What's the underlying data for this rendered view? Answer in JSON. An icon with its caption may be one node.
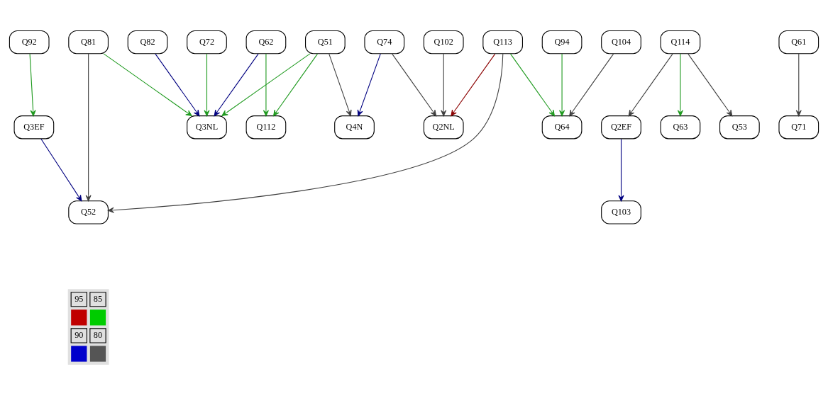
{
  "diagram": {
    "nodes": [
      {
        "text": [
          "Q92"
        ]
      },
      {
        "text": [
          "Q114"
        ]
      },
      {
        "text": [
          "Q61"
        ]
      },
      {
        "text": [
          "Q62"
        ]
      },
      {
        "text": [
          "Q82"
        ]
      },
      {
        "text": [
          "Q72"
        ]
      },
      {
        "text": [
          "Q51"
        ]
      },
      {
        "text": [
          "Q81"
        ]
      },
      {
        "text": [
          "Q3EF"
        ]
      },
      {
        "text": [
          "Q74"
        ]
      },
      {
        "text": [
          "Q113"
        ]
      },
      {
        "text": [
          "Q102"
        ]
      },
      {
        "text": [
          "Q104"
        ]
      },
      {
        "text": [
          "Q94"
        ]
      },
      {
        "text": [
          "Q2EF"
        ]
      },
      {
        "text": [
          "Q63"
        ]
      },
      {
        "text": [
          "Q53"
        ]
      },
      {
        "text": [
          "Q71"
        ]
      },
      {
        "text": [
          "Q112"
        ]
      },
      {
        "text": [
          "Q3NL"
        ]
      },
      {
        "text": [
          "Q4N"
        ]
      },
      {
        "text": [
          "Q52"
        ]
      },
      {
        "text": [
          "Q2NL"
        ]
      },
      {
        "text": [
          "Q64"
        ]
      },
      {
        "text": [
          "Q103"
        ]
      }
    ],
    "edges": [
      {
        "from": 0,
        "to": 8,
        "arrow": "to",
        "color": "#1f9a1f"
      },
      {
        "from": 1,
        "to": 14,
        "arrow": "to",
        "color": "#404040"
      },
      {
        "from": 1,
        "to": 15,
        "arrow": "to",
        "color": "#1f9a1f"
      },
      {
        "from": 1,
        "to": 16,
        "arrow": "to",
        "color": "#404040"
      },
      {
        "from": 2,
        "to": 17,
        "arrow": "to",
        "color": "#404040"
      },
      {
        "from": 3,
        "to": 18,
        "arrow": "to",
        "color": "#1f9a1f"
      },
      {
        "from": 3,
        "to": 19,
        "arrow": "to",
        "color": "#000080"
      },
      {
        "from": 4,
        "to": 19,
        "arrow": "to",
        "color": "#000080"
      },
      {
        "from": 5,
        "to": 19,
        "arrow": "to",
        "color": "#1f9a1f"
      },
      {
        "from": 6,
        "to": 18,
        "arrow": "to",
        "color": "#1f9a1f"
      },
      {
        "from": 6,
        "to": 19,
        "arrow": "to",
        "color": "#1f9a1f"
      },
      {
        "from": 6,
        "to": 20,
        "arrow": "to",
        "color": "#404040"
      },
      {
        "from": 7,
        "to": 19,
        "arrow": "to",
        "color": "#1f9a1f"
      },
      {
        "from": 7,
        "to": 21,
        "arrow": "to",
        "color": "#404040"
      },
      {
        "from": 8,
        "to": 21,
        "arrow": "to",
        "color": "#000080"
      },
      {
        "from": 9,
        "to": 20,
        "arrow": "to",
        "color": "#000080"
      },
      {
        "from": 9,
        "to": 22,
        "arrow": "to",
        "color": "#404040"
      },
      {
        "from": 10,
        "to": 21,
        "arrow": "to",
        "color": "#404040"
      },
      {
        "from": 10,
        "to": 22,
        "arrow": "to",
        "color": "#8b0000"
      },
      {
        "from": 10,
        "to": 23,
        "arrow": "to",
        "color": "#1f9a1f"
      },
      {
        "from": 11,
        "to": 22,
        "arrow": "to",
        "color": "#404040"
      },
      {
        "from": 12,
        "to": 23,
        "arrow": "to",
        "color": "#404040"
      },
      {
        "from": 13,
        "to": 23,
        "arrow": "to",
        "color": "#1f9a1f"
      },
      {
        "from": 14,
        "to": 24,
        "arrow": "to",
        "color": "#000080"
      }
    ],
    "legend": [
      {
        "text": "95",
        "color": "#c00000"
      },
      {
        "text": "85",
        "color": "#00cc00"
      },
      {
        "text": "90",
        "color": "#0000cc"
      },
      {
        "text": "80",
        "color": "#555555"
      }
    ]
  }
}
